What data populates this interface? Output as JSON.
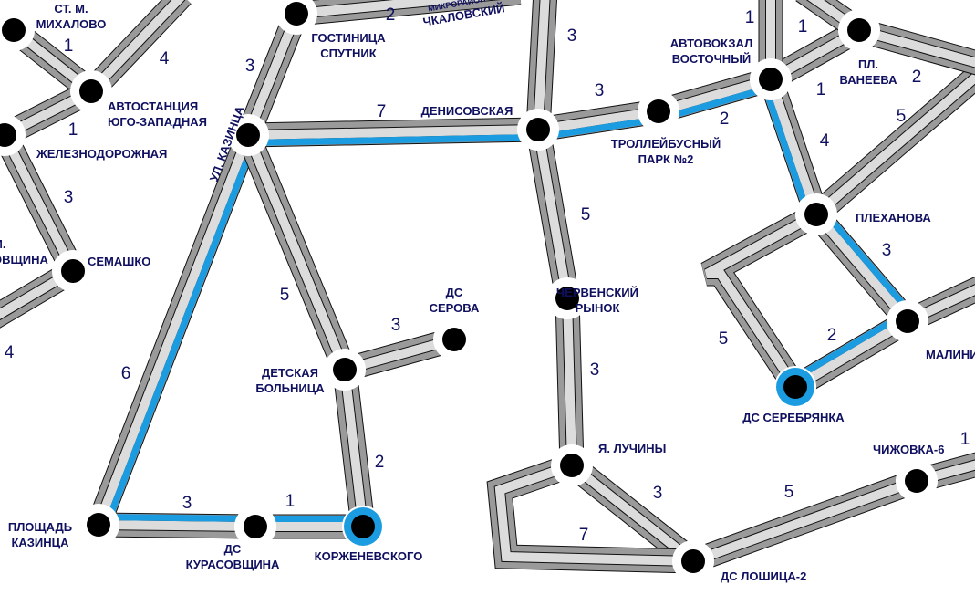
{
  "map": {
    "colors": {
      "highlight": "#1b9be0",
      "label": "#101060",
      "road_dark": "#9a9a9a",
      "road_light": "#dcdcdc"
    },
    "stations": [
      {
        "id": "mikhalovo",
        "label": [
          "СТ. М.",
          "МИХАЛОВО"
        ]
      },
      {
        "id": "avtost",
        "label": [
          "АВТОСТАНЦИЯ",
          "ЮГО-ЗАПАДНАЯ"
        ]
      },
      {
        "id": "zhel",
        "label": [
          "ЖЕЛЕЗНОДОРОЖНАЯ"
        ]
      },
      {
        "id": "semashko",
        "label": [
          "СЕМАШКО"
        ]
      },
      {
        "id": "ovshchina",
        "label": [
          "М.",
          "ОВЩИНА"
        ]
      },
      {
        "id": "sputnik",
        "label": [
          "ГОСТИНИЦА",
          "СПУТНИК"
        ]
      },
      {
        "id": "chkalovsky",
        "label": [
          "МИКРОРАЙОН",
          "ЧКАЛОВСКИЙ"
        ]
      },
      {
        "id": "kazinca",
        "label": [
          "УЛ. КАЗИНЦА"
        ]
      },
      {
        "id": "denis",
        "label": [
          "ДЕНИСОВСКАЯ"
        ]
      },
      {
        "id": "trolpark",
        "label": [
          "ТРОЛЛЕЙБУСНЫЙ",
          "ПАРК №2"
        ]
      },
      {
        "id": "avtovokzal",
        "label": [
          "АВТОВОКЗАЛ",
          "ВОСТОЧНЫЙ"
        ]
      },
      {
        "id": "vaneeva",
        "label": [
          "ПЛ.",
          "ВАНЕЕВА"
        ]
      },
      {
        "id": "plekhanova",
        "label": [
          "ПЛЕХАНОВА"
        ]
      },
      {
        "id": "malinina",
        "label": [
          "МАЛИНИНА"
        ]
      },
      {
        "id": "serebryanka",
        "label": [
          "ДС СЕРЕБРЯНКА"
        ],
        "terminal": true
      },
      {
        "id": "chervensky",
        "label": [
          "ЧЕРВЕНСКИЙ",
          "РЫНОК"
        ]
      },
      {
        "id": "luchiny",
        "label": [
          "Я. ЛУЧИНЫ"
        ]
      },
      {
        "id": "loshitsa",
        "label": [
          "ДС ЛОШИЦА-2"
        ]
      },
      {
        "id": "chizhovka",
        "label": [
          "ЧИЖОВКА-6"
        ]
      },
      {
        "id": "detskaya",
        "label": [
          "ДЕТСКАЯ",
          "БОЛЬНИЦА"
        ]
      },
      {
        "id": "serova",
        "label": [
          "ДС",
          "СЕРОВА"
        ]
      },
      {
        "id": "plkazinca",
        "label": [
          "ПЛОЩАДЬ",
          "КАЗИНЦА"
        ]
      },
      {
        "id": "kurasov",
        "label": [
          "ДС",
          "КУРАСОВЩИНА"
        ]
      },
      {
        "id": "korzh",
        "label": [
          "КОРЖЕНЕВСКОГО"
        ],
        "terminal": true
      }
    ],
    "edges": [
      {
        "from": "kazinca",
        "to": "denis",
        "time": "7",
        "highlight": "left"
      },
      {
        "from": "denis",
        "to": "trolpark",
        "time": "3",
        "highlight": "left"
      },
      {
        "from": "trolpark",
        "to": "avtovokzal",
        "time": "2",
        "highlight": "left"
      },
      {
        "from": "avtovokzal",
        "to": "plekhanova",
        "time": "4",
        "highlight": "left"
      },
      {
        "from": "plekhanova",
        "to": "malinina",
        "time": "3",
        "highlight": "right"
      },
      {
        "from": "malinina",
        "to": "serebryanka",
        "time": "2",
        "highlight": "left"
      },
      {
        "from": "plekhanova",
        "to": "serebryanka",
        "time": "5",
        "highlight": ""
      },
      {
        "from": "plekhanova",
        "to": "ne_edge",
        "time": "5",
        "highlight": ""
      },
      {
        "from": "avtovokzal",
        "to": "vaneeva",
        "time": "1",
        "highlight": ""
      },
      {
        "from": "avtovokzal",
        "to": "n_edge",
        "time": "1",
        "highlight": ""
      },
      {
        "from": "vaneeva",
        "to": "nw_edge",
        "time": "1",
        "highlight": ""
      },
      {
        "from": "vaneeva",
        "to": "e_edge",
        "time": "2",
        "highlight": ""
      },
      {
        "from": "kazinca",
        "to": "plkazinca",
        "time": "6",
        "highlight": "right"
      },
      {
        "from": "kazinca",
        "to": "detskaya",
        "time": "5",
        "highlight": ""
      },
      {
        "from": "kazinca",
        "to": "sputnik",
        "time": "3",
        "highlight": ""
      },
      {
        "from": "sputnik",
        "to": "chkalovsky",
        "time": "2",
        "highlight": ""
      },
      {
        "from": "denis",
        "to": "n2_edge",
        "time": "3",
        "highlight": ""
      },
      {
        "from": "denis",
        "to": "chervensky",
        "time": "5",
        "highlight": ""
      },
      {
        "from": "chervensky",
        "to": "luchiny",
        "time": "3",
        "highlight": ""
      },
      {
        "from": "luchiny",
        "to": "loshitsa",
        "time": "3",
        "highlight": ""
      },
      {
        "from": "luchiny",
        "to": "loshitsa",
        "time": "7",
        "highlight": "",
        "loop": true
      },
      {
        "from": "loshitsa",
        "to": "chizhovka",
        "time": "5",
        "highlight": ""
      },
      {
        "from": "chizhovka",
        "to": "e2_edge",
        "time": "1",
        "highlight": ""
      },
      {
        "from": "detskaya",
        "to": "serova",
        "time": "3",
        "highlight": ""
      },
      {
        "from": "detskaya",
        "to": "korzh",
        "time": "2",
        "highlight": ""
      },
      {
        "from": "plkazinca",
        "to": "kurasov",
        "time": "3",
        "highlight": "right"
      },
      {
        "from": "kurasov",
        "to": "korzh",
        "time": "1",
        "highlight": "right"
      },
      {
        "from": "mikhalovo",
        "to": "avtost",
        "time": "1",
        "highlight": ""
      },
      {
        "from": "avtost",
        "to": "ne2_edge",
        "time": "4",
        "highlight": ""
      },
      {
        "from": "avtost",
        "to": "zhel",
        "time": "1",
        "highlight": ""
      },
      {
        "from": "zhel",
        "to": "semashko",
        "time": "3",
        "highlight": ""
      },
      {
        "from": "semashko",
        "to": "sw_edge",
        "time": "4",
        "highlight": ""
      },
      {
        "from": "malinina",
        "to": "e3_edge",
        "time": "",
        "highlight": ""
      }
    ]
  }
}
